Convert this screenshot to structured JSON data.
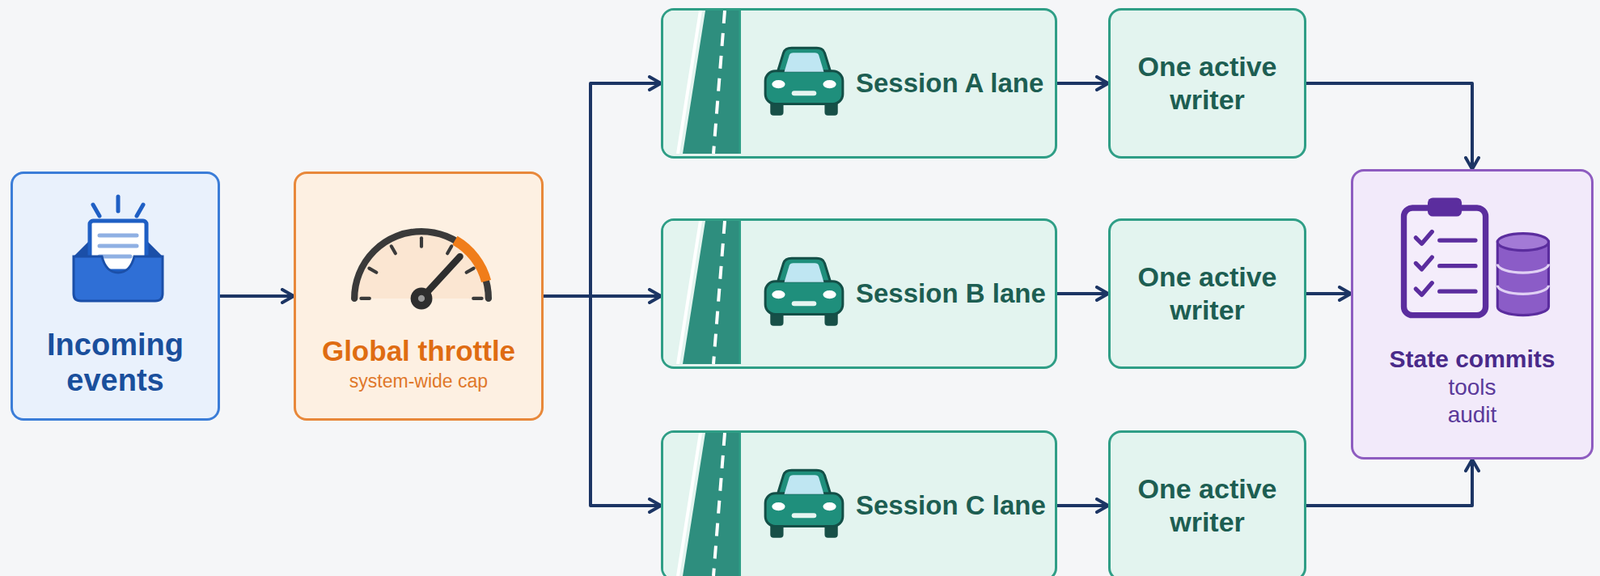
{
  "diagram": {
    "nodes": [
      {
        "text": [
          "Incoming events"
        ]
      },
      {
        "text": [
          "Global throttle",
          "system-wide cap"
        ]
      },
      {
        "text": [
          "Session A lane"
        ]
      },
      {
        "text": [
          "One active writer"
        ]
      },
      {
        "text": [
          "Session B lane"
        ]
      },
      {
        "text": [
          "One active writer"
        ]
      },
      {
        "text": [
          "Session C lane"
        ]
      },
      {
        "text": [
          "One active writer"
        ]
      },
      {
        "text": [
          "State commits",
          "tools audit"
        ]
      }
    ],
    "edges": [
      {
        "from": 0,
        "to": 1,
        "arrow": "to"
      },
      {
        "from": 1,
        "to": 2,
        "arrow": "to"
      },
      {
        "from": 1,
        "to": 4,
        "arrow": "to"
      },
      {
        "from": 1,
        "to": 6,
        "arrow": "to"
      },
      {
        "from": 2,
        "to": 3,
        "arrow": "to"
      },
      {
        "from": 4,
        "to": 5,
        "arrow": "to"
      },
      {
        "from": 6,
        "to": 7,
        "arrow": "to"
      },
      {
        "from": 3,
        "to": 8,
        "arrow": "to"
      },
      {
        "from": 5,
        "to": 8,
        "arrow": "to"
      },
      {
        "from": 7,
        "to": 8,
        "arrow": "to"
      }
    ]
  }
}
